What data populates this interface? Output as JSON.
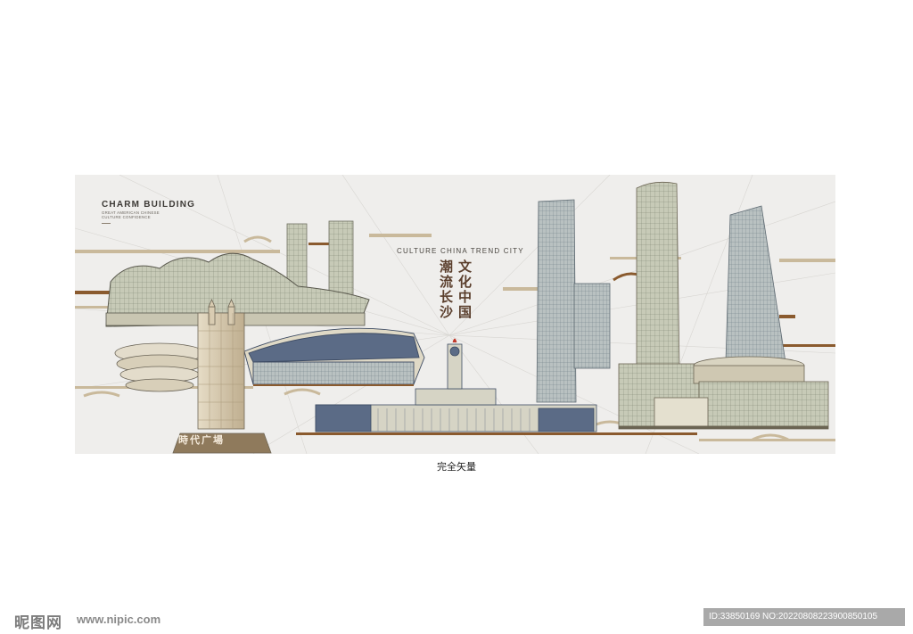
{
  "brand": {
    "title": "CHARM BUILDING",
    "subtitle_line1": "GREAT AMERICAN CHINESE",
    "subtitle_line2": "CULTURE CONFIDENCE"
  },
  "slogan": {
    "english": "CULTURE CHINA TREND CITY",
    "chinese_right": "文化中国",
    "chinese_left": "潮流长沙"
  },
  "plaque": {
    "text": "時代广場"
  },
  "caption": "完全矢量",
  "footer": {
    "logo": "昵图网",
    "url": "www.nipic.com",
    "id_text": "ID:33850169 NO:20220808223900850105"
  },
  "colors": {
    "background": "#efeeec",
    "gold": "#c9b99b",
    "brown": "#8a5a2e",
    "steel_blue": "#5b6b86",
    "building_tint": "#c3c7b4"
  }
}
